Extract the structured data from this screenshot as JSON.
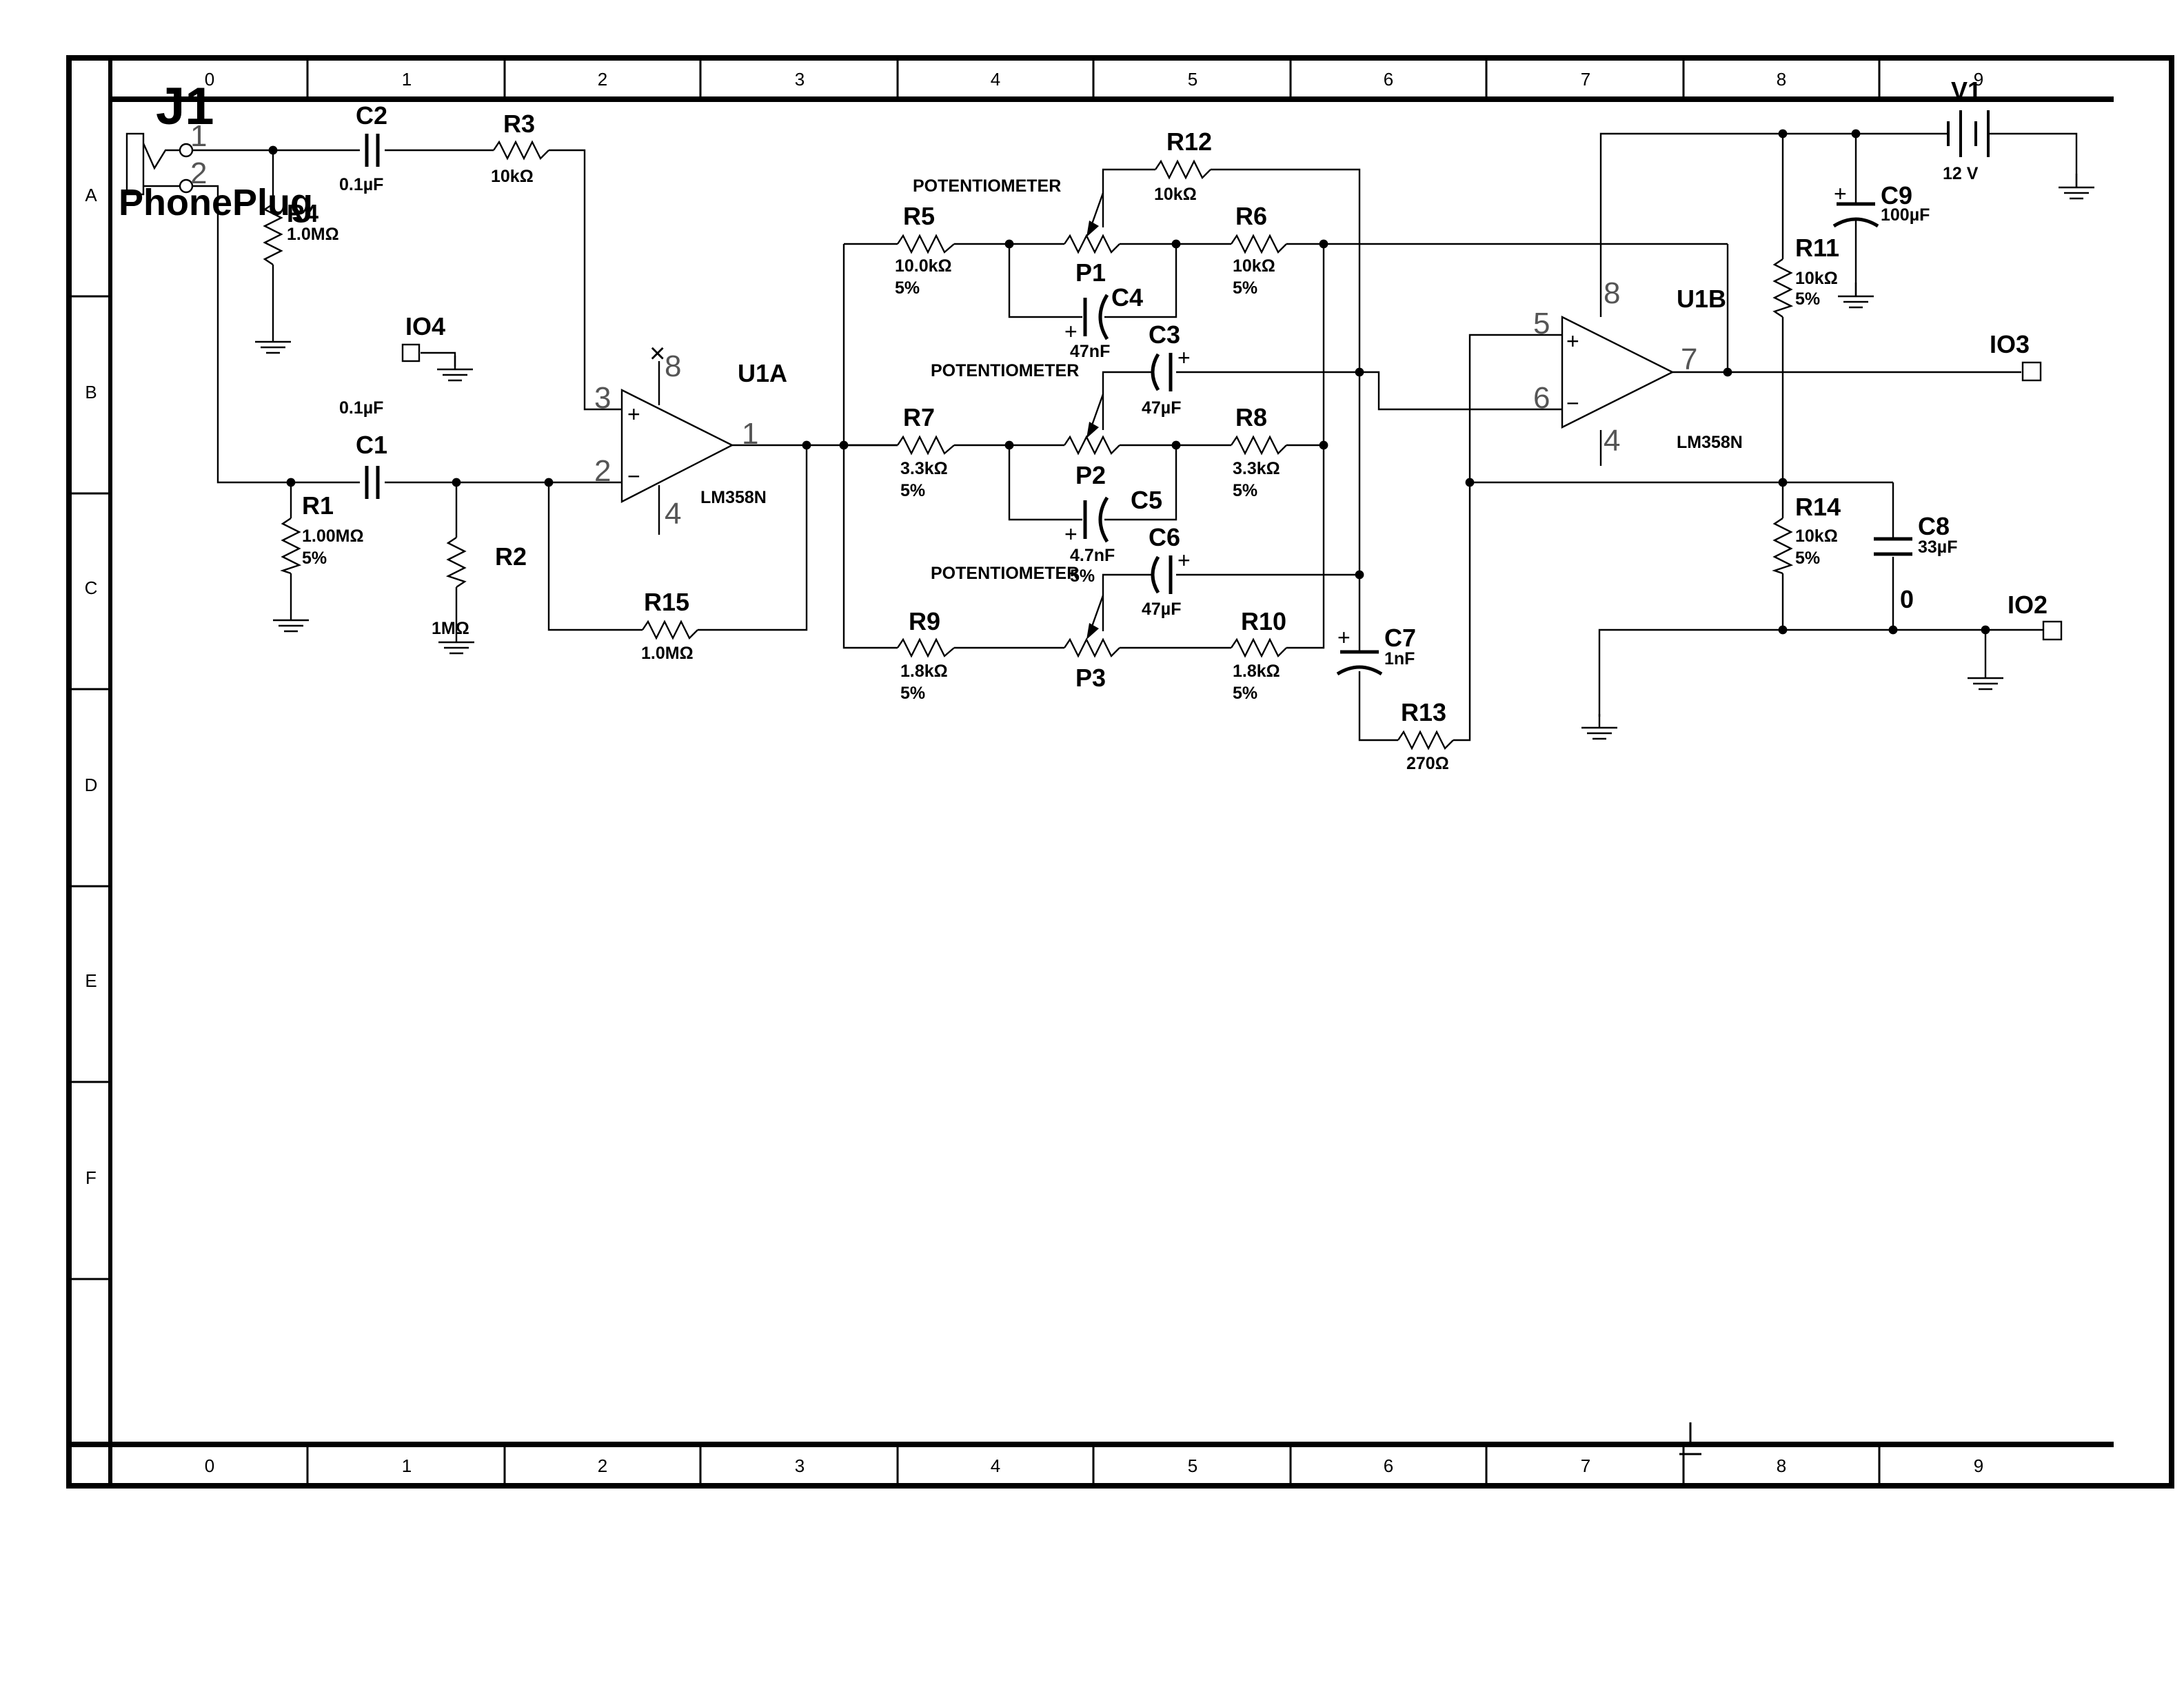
{
  "frame": {
    "columns": [
      "0",
      "1",
      "2",
      "3",
      "4",
      "5",
      "6",
      "7",
      "8",
      "9"
    ],
    "rows": [
      "A",
      "B",
      "C",
      "D",
      "E",
      "F"
    ]
  },
  "components": {
    "J1": {
      "ref": "J1",
      "value": "PhonePlug",
      "pin1": "1",
      "pin2": "2"
    },
    "C2": {
      "ref": "C2",
      "value": "0.1µF"
    },
    "R3": {
      "ref": "R3",
      "value": "10kΩ"
    },
    "R4": {
      "ref": "R4",
      "value": "1.0MΩ"
    },
    "IO4": {
      "ref": "IO4"
    },
    "C1": {
      "ref": "C1",
      "value": "0.1µF"
    },
    "R1": {
      "ref": "R1",
      "value": "1.00MΩ",
      "tolerance": "5%"
    },
    "R2": {
      "ref": "R2",
      "value": "1MΩ"
    },
    "U1A": {
      "ref": "U1A",
      "value": "LM358N",
      "pins": [
        "3",
        "2",
        "1",
        "8",
        "4"
      ]
    },
    "R15": {
      "ref": "R15",
      "value": "1.0MΩ"
    },
    "R12": {
      "ref": "R12",
      "value": "10kΩ"
    },
    "R5": {
      "ref": "R5",
      "value": "10.0kΩ",
      "tolerance": "5%"
    },
    "P1": {
      "ref": "P1",
      "type": "POTENTIOMETER"
    },
    "R6": {
      "ref": "R6",
      "value": "10kΩ",
      "tolerance": "5%"
    },
    "C4": {
      "ref": "C4",
      "value": "47nF"
    },
    "C3": {
      "ref": "C3",
      "value": "47µF"
    },
    "R7": {
      "ref": "R7",
      "value": "3.3kΩ",
      "tolerance": "5%"
    },
    "P2": {
      "ref": "P2",
      "type": "POTENTIOMETER"
    },
    "R8": {
      "ref": "R8",
      "value": "3.3kΩ",
      "tolerance": "5%"
    },
    "C5": {
      "ref": "C5",
      "value": "4.7nF",
      "tolerance": "5%"
    },
    "C6": {
      "ref": "C6",
      "value": "47µF"
    },
    "R9": {
      "ref": "R9",
      "value": "1.8kΩ",
      "tolerance": "5%"
    },
    "P3": {
      "ref": "P3",
      "type": "POTENTIOMETER"
    },
    "R10": {
      "ref": "R10",
      "value": "1.8kΩ",
      "tolerance": "5%"
    },
    "C7": {
      "ref": "C7",
      "value": "1nF"
    },
    "R13": {
      "ref": "R13",
      "value": "270Ω"
    },
    "U1B": {
      "ref": "U1B",
      "value": "LM358N",
      "pins": [
        "5",
        "6",
        "7",
        "8",
        "4"
      ]
    },
    "R11": {
      "ref": "R11",
      "value": "10kΩ",
      "tolerance": "5%"
    },
    "C9": {
      "ref": "C9",
      "value": "100µF"
    },
    "V1": {
      "ref": "V1",
      "value": "12 V"
    },
    "IO3": {
      "ref": "IO3"
    },
    "R14": {
      "ref": "R14",
      "value": "10kΩ",
      "tolerance": "5%"
    },
    "C8": {
      "ref": "C8",
      "value": "33µF"
    },
    "IO2": {
      "ref": "IO2"
    },
    "node0": {
      "label": "0"
    }
  },
  "symbols": {
    "plus": "+",
    "minus": "−",
    "noconnect": "×"
  }
}
